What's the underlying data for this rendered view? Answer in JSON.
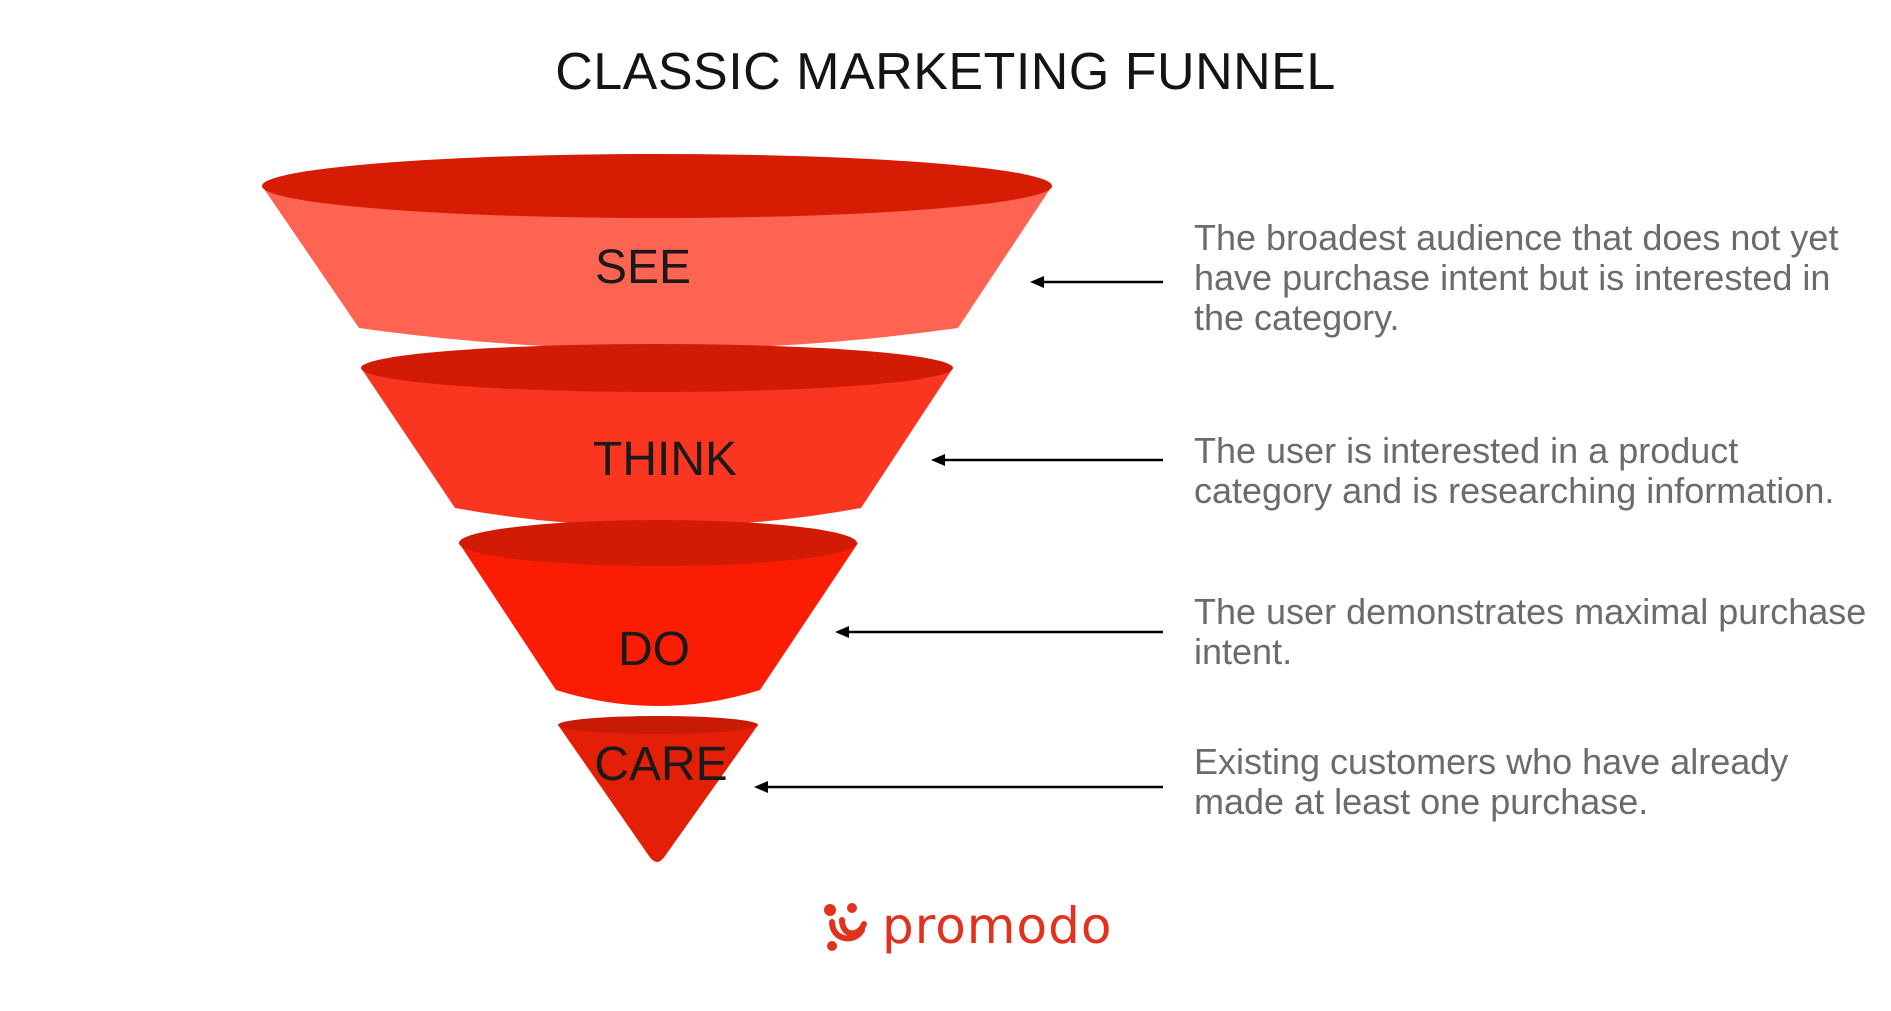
{
  "title": "CLASSIC MARKETING FUNNEL",
  "stages": [
    {
      "label": "SEE",
      "description": "The broadest audience that does not yet have purchase intent but is interested in the category.",
      "color": "#ff6352",
      "rim_color": "#d61d04"
    },
    {
      "label": "THINK",
      "description": "The user is interested in a product category and is researching information.",
      "color": "#fa3620",
      "rim_color": "#d21b04"
    },
    {
      "label": "DO",
      "description": "The user demonstrates maximal purchase intent.",
      "color": "#fb1c04",
      "rim_color": "#d11b05"
    },
    {
      "label": "CARE",
      "description": "Existing customers who have already made at least one purchase.",
      "color": "#e41f08",
      "rim_color": "#c91a06"
    }
  ],
  "arrow_color": "#000000",
  "brand": {
    "name": "promodo",
    "color": "#e0321d",
    "icon": "promodo-logo-icon"
  }
}
